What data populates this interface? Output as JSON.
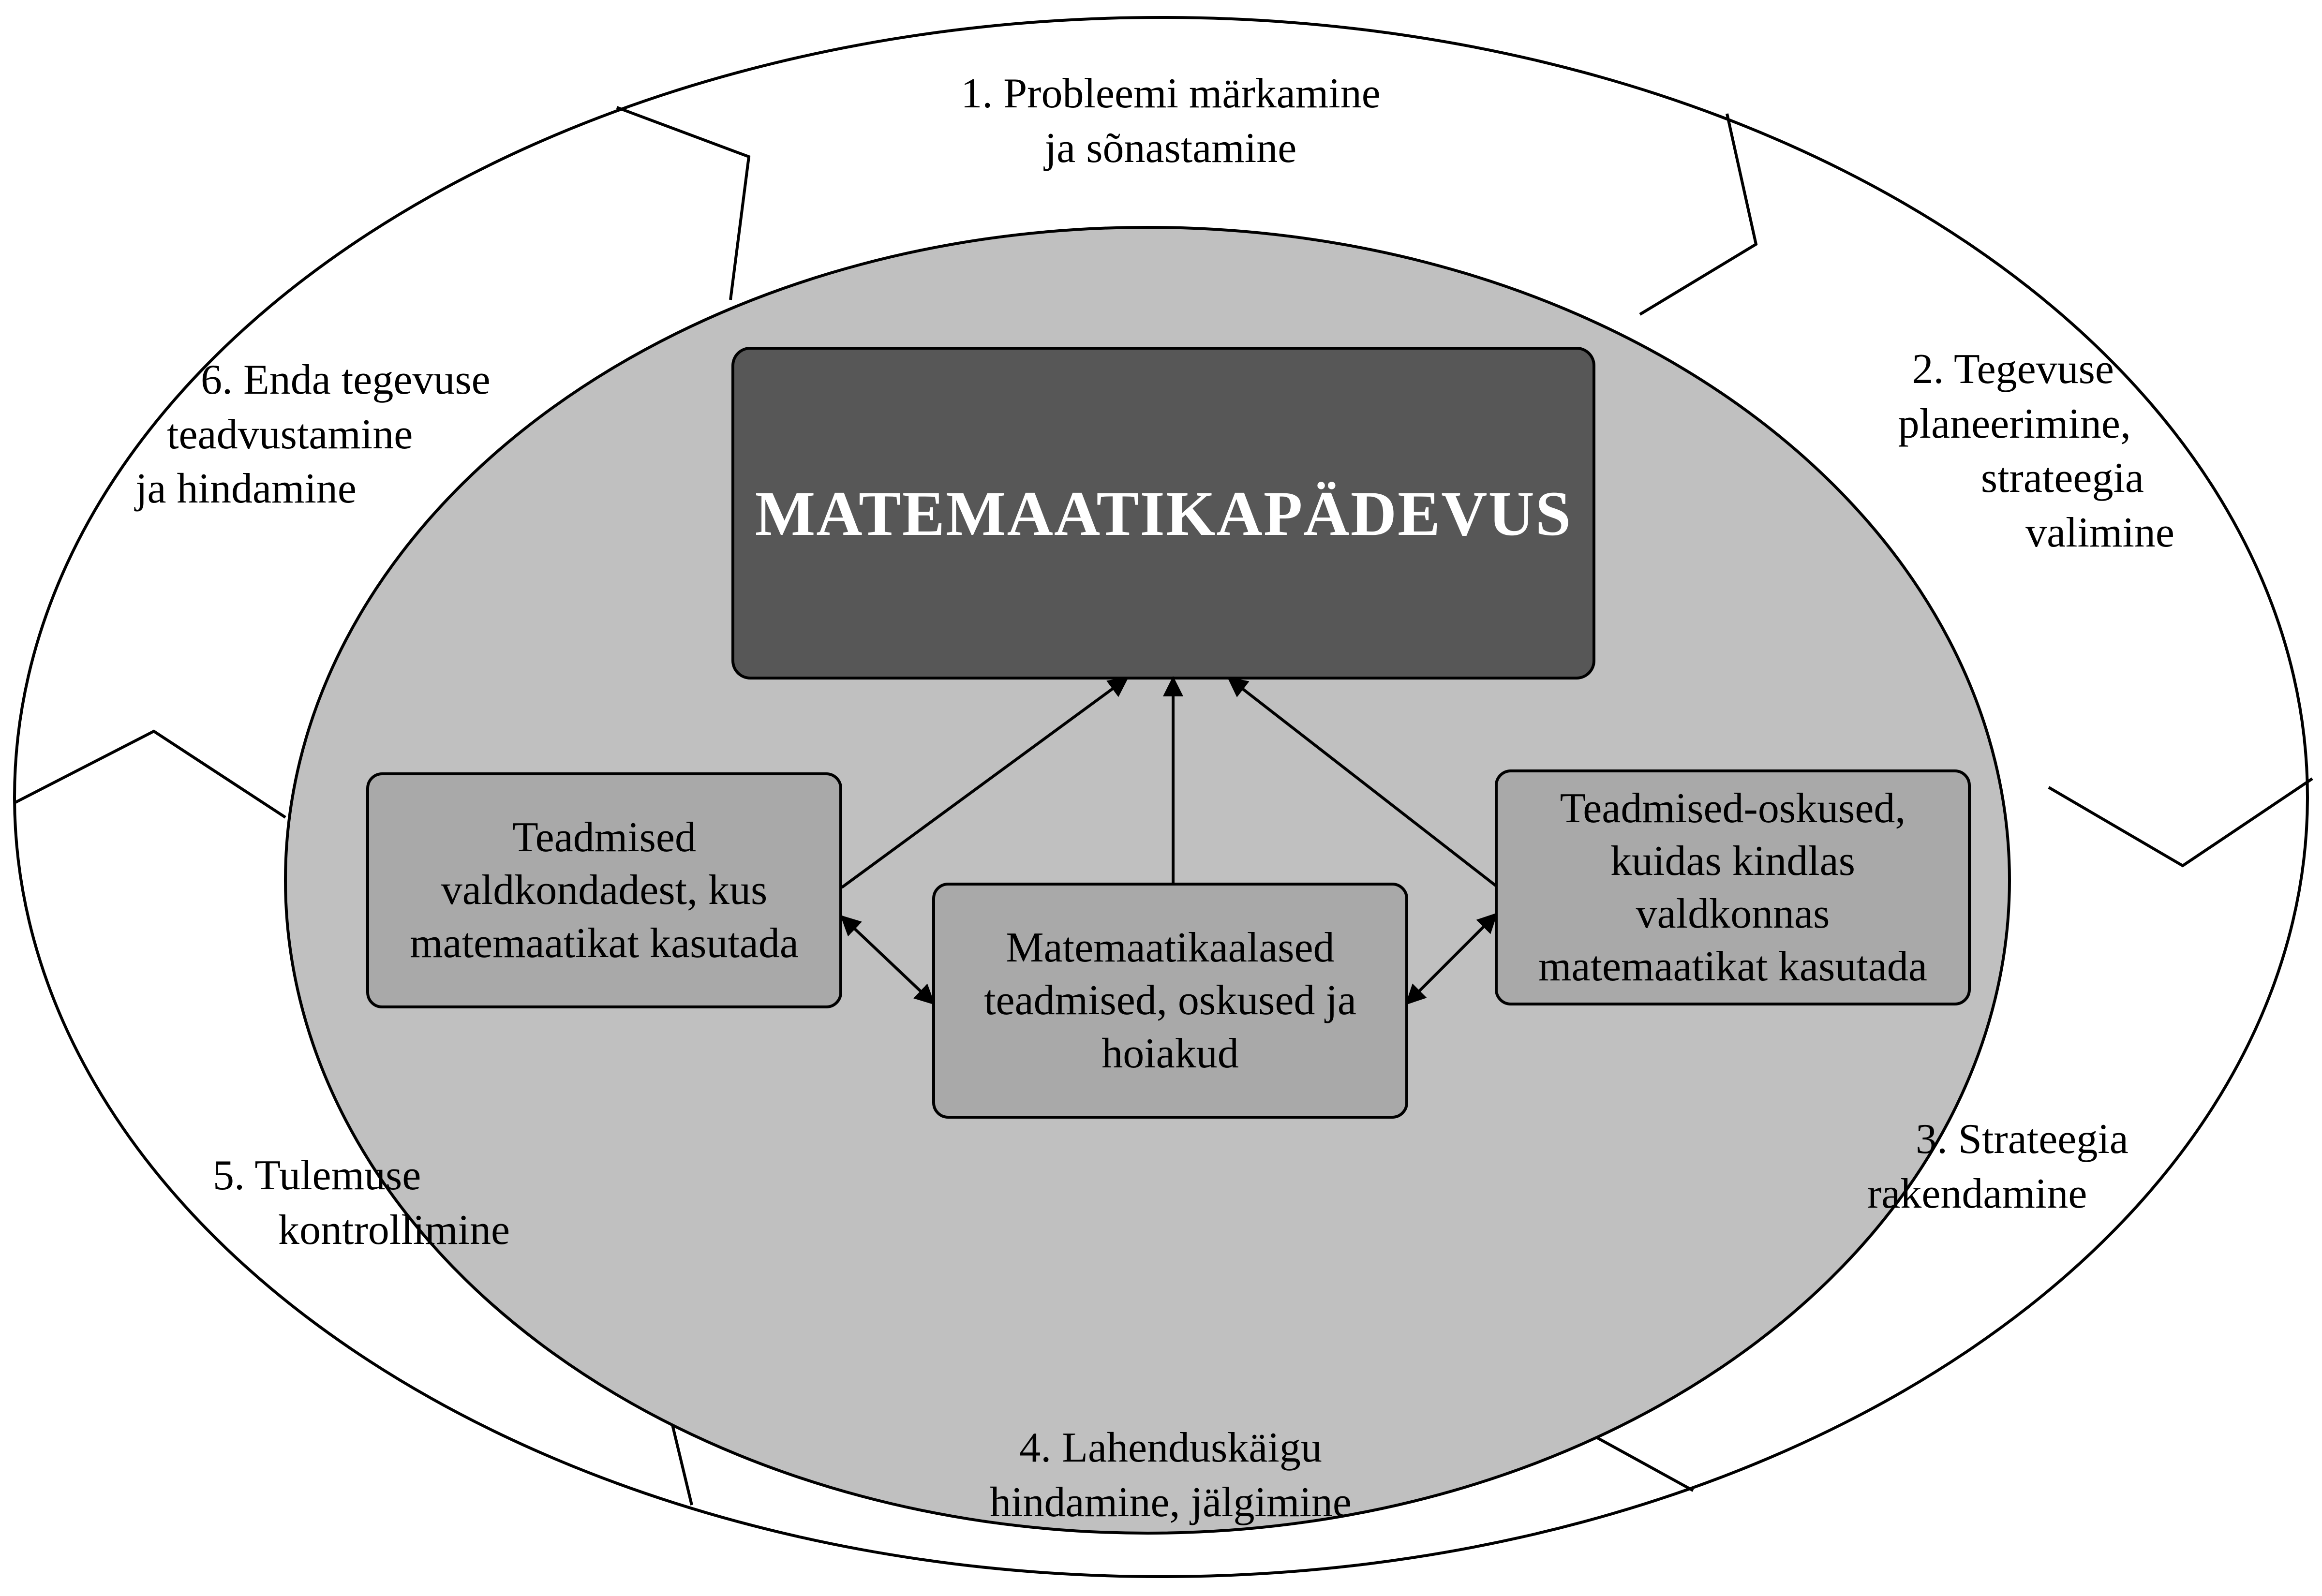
{
  "diagram": {
    "colors": {
      "outer_fill": "#ffffff",
      "inner_ellipse_fill": "#c0c0c0",
      "main_box_fill": "#575757",
      "sub_box_fill": "#a9a9a9",
      "stroke": "#000000",
      "main_text": "#ffffff"
    },
    "main_box": {
      "label": "MATEMAATIKAPÄDEVUS"
    },
    "boxes": {
      "left": {
        "lines": [
          "Teadmised",
          "valdkondadest, kus",
          "matemaatikat kasutada"
        ]
      },
      "center": {
        "lines": [
          "Matemaatikaalased",
          "teadmised, oskused ja",
          "hoiakud"
        ]
      },
      "right": {
        "lines": [
          "Teadmised-oskused,",
          "kuidas kindlas",
          "valdkonnas",
          "matemaatikat kasutada"
        ]
      }
    },
    "stages": [
      {
        "lines": [
          "1. Probleemi märkamine",
          "ja sõnastamine"
        ]
      },
      {
        "lines": [
          "2. Tegevuse",
          "planeerimine,",
          "strateegia",
          "valimine"
        ]
      },
      {
        "lines": [
          "3. Strateegia",
          "rakendamine"
        ]
      },
      {
        "lines": [
          "4. Lahenduskäigu",
          "hindamine, jälgimine"
        ]
      },
      {
        "lines": [
          "5. Tulemuse",
          "kontrollimine"
        ]
      },
      {
        "lines": [
          "6. Enda tegevuse",
          "teadvustamine",
          "ja hindamine"
        ]
      }
    ]
  }
}
